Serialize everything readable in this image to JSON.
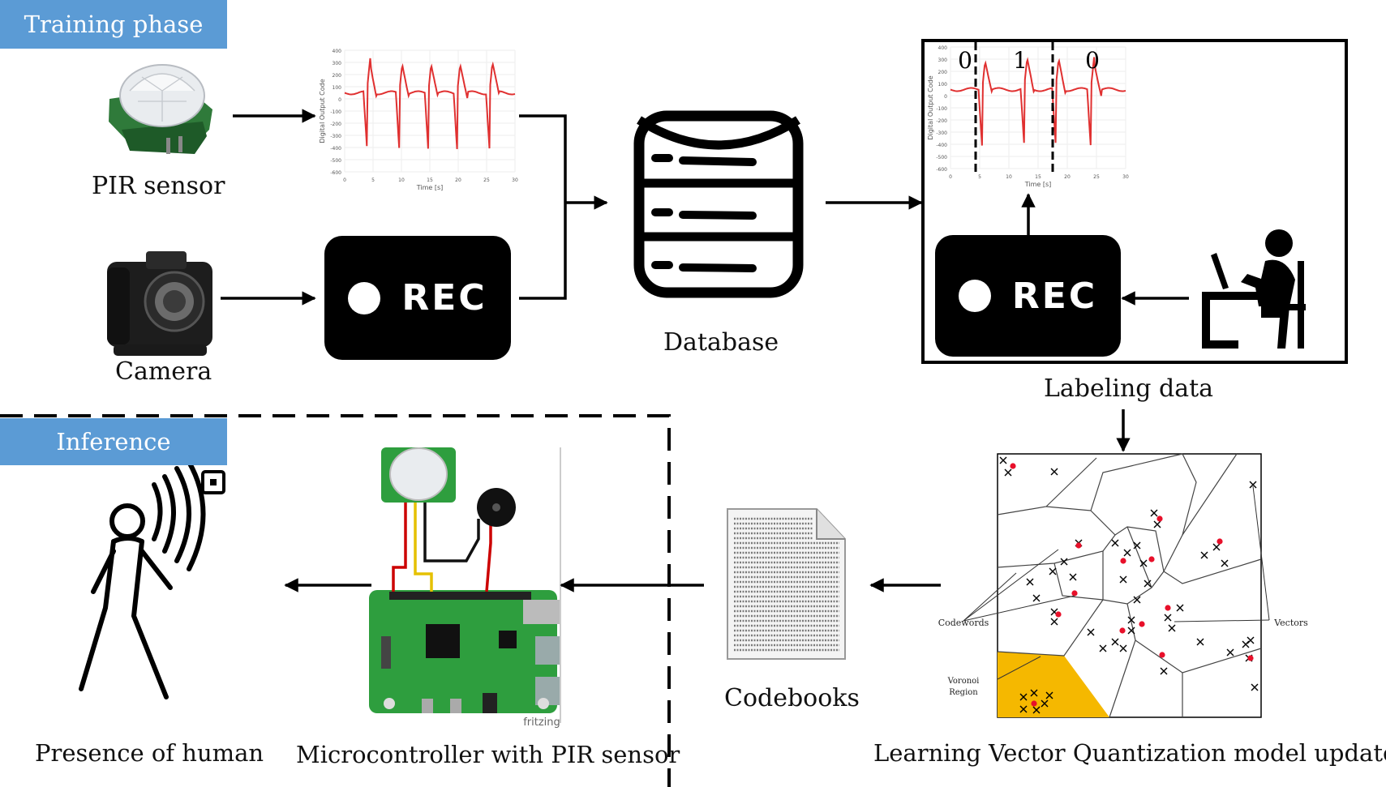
{
  "phases": {
    "training": "Training phase",
    "inference": "Inference"
  },
  "labels": {
    "pir_sensor": "PIR sensor",
    "camera": "Camera",
    "database": "Database",
    "labeling_data": "Labeling data",
    "codebooks": "Codebooks",
    "lvq_update": "Learning Vector  Quantization model update",
    "microcontroller": "Microcontroller with PIR sensor",
    "presence": "Presence  of  human"
  },
  "rec": {
    "text": "REC"
  },
  "segments": [
    "0",
    "1",
    "0"
  ],
  "signal_plot": {
    "ylabel": "Digital Output Code",
    "xlabel": "Time [s]",
    "yticks": [
      "400",
      "300",
      "200",
      "100",
      "0",
      "-100",
      "-200",
      "-300",
      "-400",
      "-500",
      "-600"
    ],
    "xticks": [
      "0",
      "5",
      "10",
      "15",
      "20",
      "25",
      "30"
    ]
  },
  "voronoi": {
    "codewords": "Codewords",
    "vectors": "Vectors",
    "voronoi_region_line1": "Voronoi",
    "voronoi_region_line2": "Region"
  },
  "breadboard": {
    "brand": "fritzing"
  },
  "colors": {
    "phase_bg": "#5b9bd5",
    "signal": "#e03030",
    "region_fill": "#f5b800",
    "codeword": "#e8102a",
    "board": "#2e9e3e"
  }
}
